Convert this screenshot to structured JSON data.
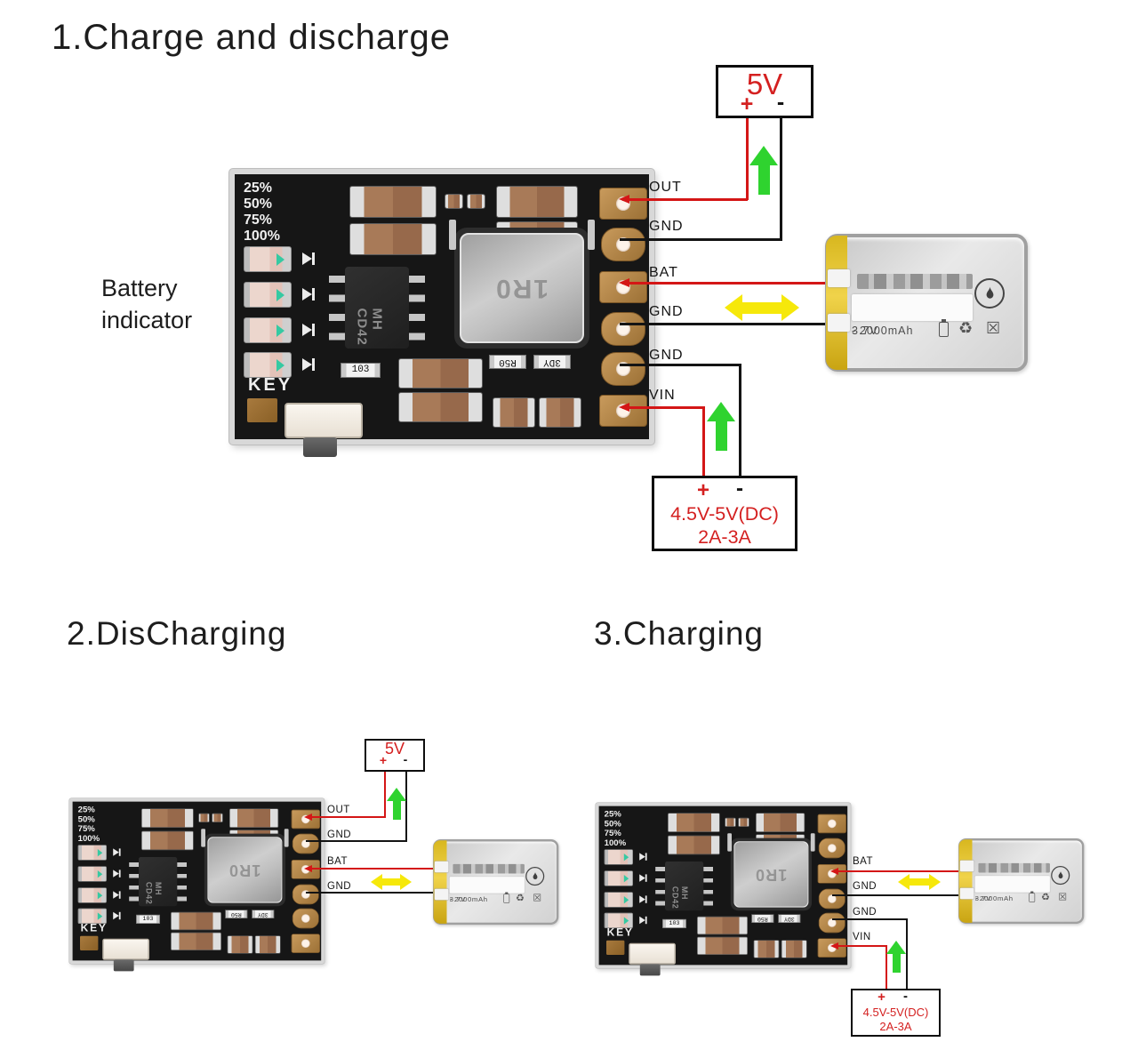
{
  "sections": {
    "s1": {
      "title": "1.Charge and discharge",
      "indicator_line1": "Battery",
      "indicator_line2": "indicator",
      "pins": [
        "OUT",
        "GND",
        "BAT",
        "GND",
        "GND",
        "VIN"
      ]
    },
    "s2": {
      "title": "2.DisCharging",
      "pins": [
        "OUT",
        "GND",
        "BAT",
        "GND"
      ]
    },
    "s3": {
      "title": "3.Charging",
      "pins": [
        "BAT",
        "GND",
        "GND",
        "VIN"
      ]
    }
  },
  "supply5v": {
    "label": "5V",
    "plus": "+",
    "minus": "-"
  },
  "supplyDC": {
    "plus": "+",
    "minus": "-",
    "line1": "4.5V-5V(DC)",
    "line2": "2A-3A"
  },
  "module": {
    "percent_labels": [
      "25%",
      "50%",
      "75%",
      "100%"
    ],
    "key_label": "KEY",
    "chip_line1": "MH",
    "chip_line2": "CD42",
    "resistor_103": "103",
    "resistor_r50": "R50",
    "resistor_3dy": "3DY",
    "inductor_marking": "1R0"
  },
  "battery": {
    "minus_mark": "-",
    "voltage": "3.7V",
    "capacity": "2000mAh"
  },
  "colors": {
    "wire_red": "#d41616",
    "wire_black": "#141414",
    "arrow_green": "#2fd32f",
    "arrow_yellow": "#f6e80a",
    "label_red": "#d42020",
    "pcb_black": "#161616",
    "pad_copper": "#b1824a",
    "battery_tape_yellow": "#e7c52e"
  }
}
